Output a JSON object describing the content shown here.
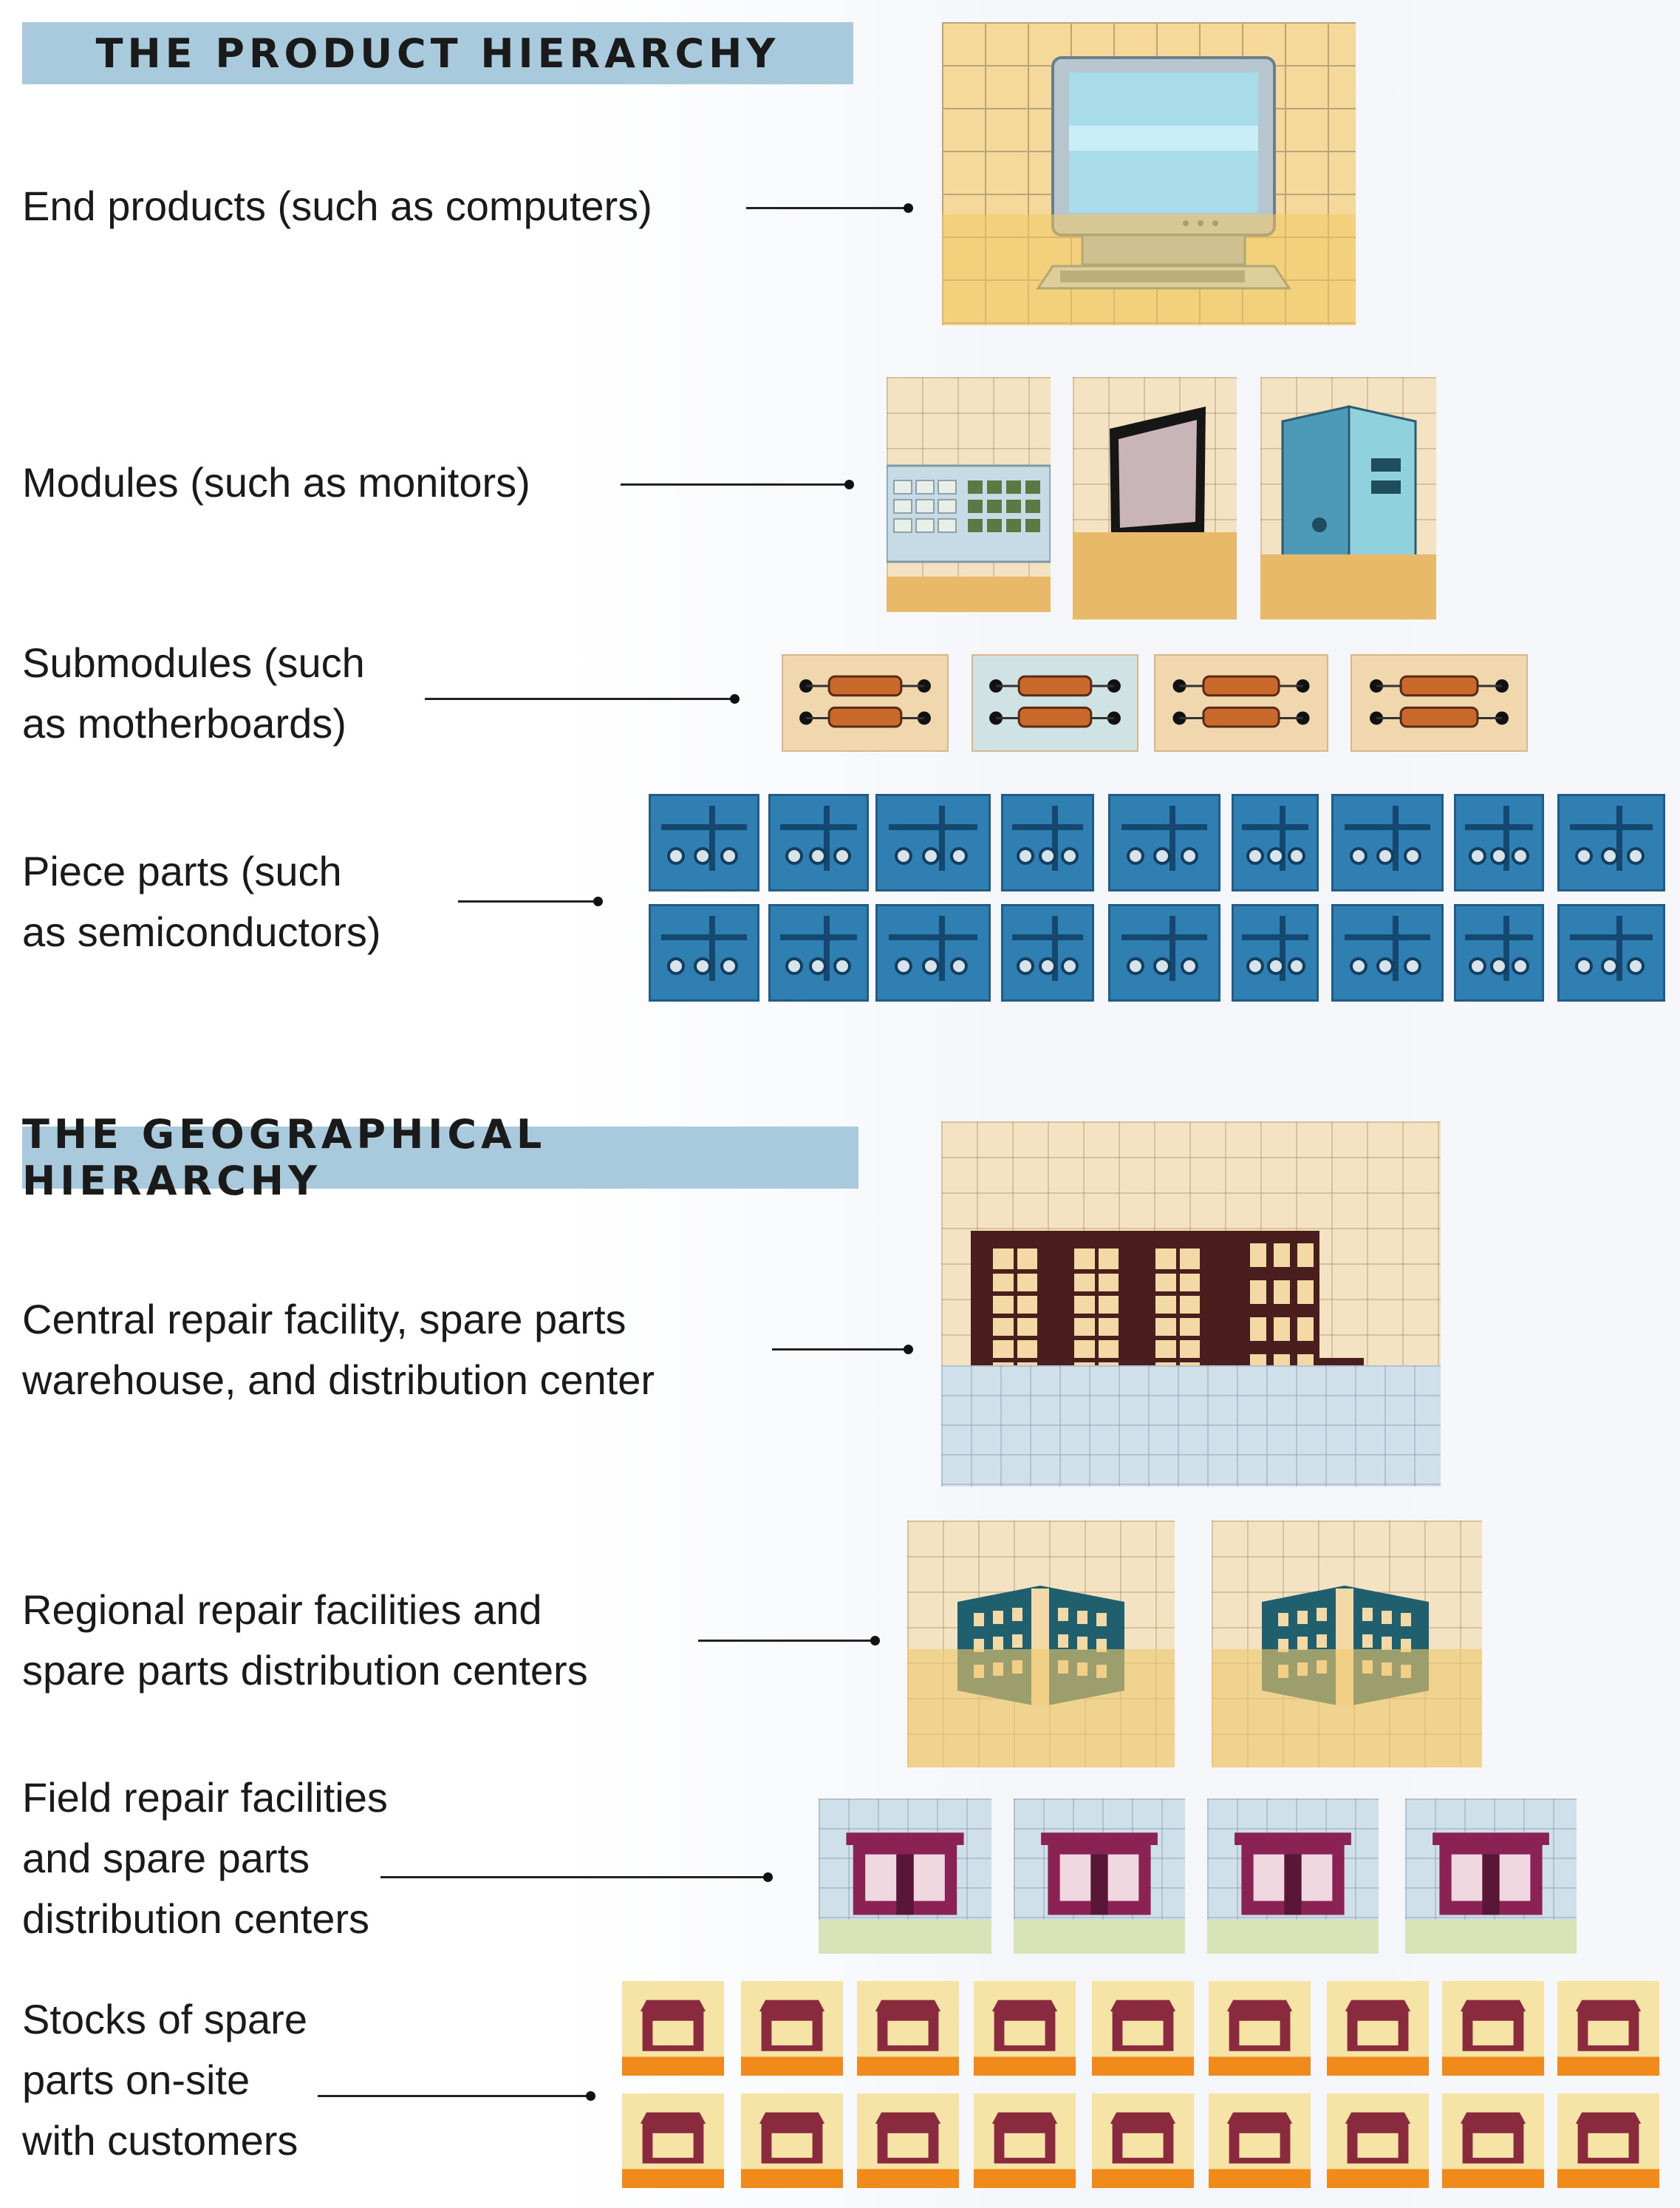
{
  "product_hierarchy": {
    "header": "THE PRODUCT HIERARCHY",
    "levels": [
      {
        "label": "End products (such as computers)",
        "icon": "computer-icon"
      },
      {
        "label_lines": [
          "Modules (such as monitors)"
        ],
        "icon": "monitor-icon"
      },
      {
        "label_lines": [
          "Submodules (such",
          "as motherboards)"
        ],
        "icon": "motherboard-icon"
      },
      {
        "label_lines": [
          "Piece parts (such",
          "as semiconductors)"
        ],
        "icon": "circuit-icon"
      }
    ]
  },
  "geographical_hierarchy": {
    "header": "THE GEOGRAPHICAL HIERARCHY",
    "levels": [
      {
        "label_lines": [
          "Central repair facility, spare parts",
          "warehouse, and distribution center"
        ],
        "icon": "central-facility-icon"
      },
      {
        "label_lines": [
          "Regional repair facilities and",
          "spare parts distribution centers"
        ],
        "icon": "regional-building-icon"
      },
      {
        "label_lines": [
          "Field repair facilities",
          "and spare parts",
          "distribution centers"
        ],
        "icon": "field-facility-icon"
      },
      {
        "label_lines": [
          "Stocks of spare",
          "parts on-site",
          "with customers"
        ],
        "icon": "customer-store-icon"
      }
    ]
  },
  "colors": {
    "header_bg": "#a9c9dc",
    "circuit_blue": "#2f7fb2",
    "building_dark": "#4a1e1c",
    "regional_teal": "#1f5f6e",
    "field_magenta": "#8a2254"
  }
}
